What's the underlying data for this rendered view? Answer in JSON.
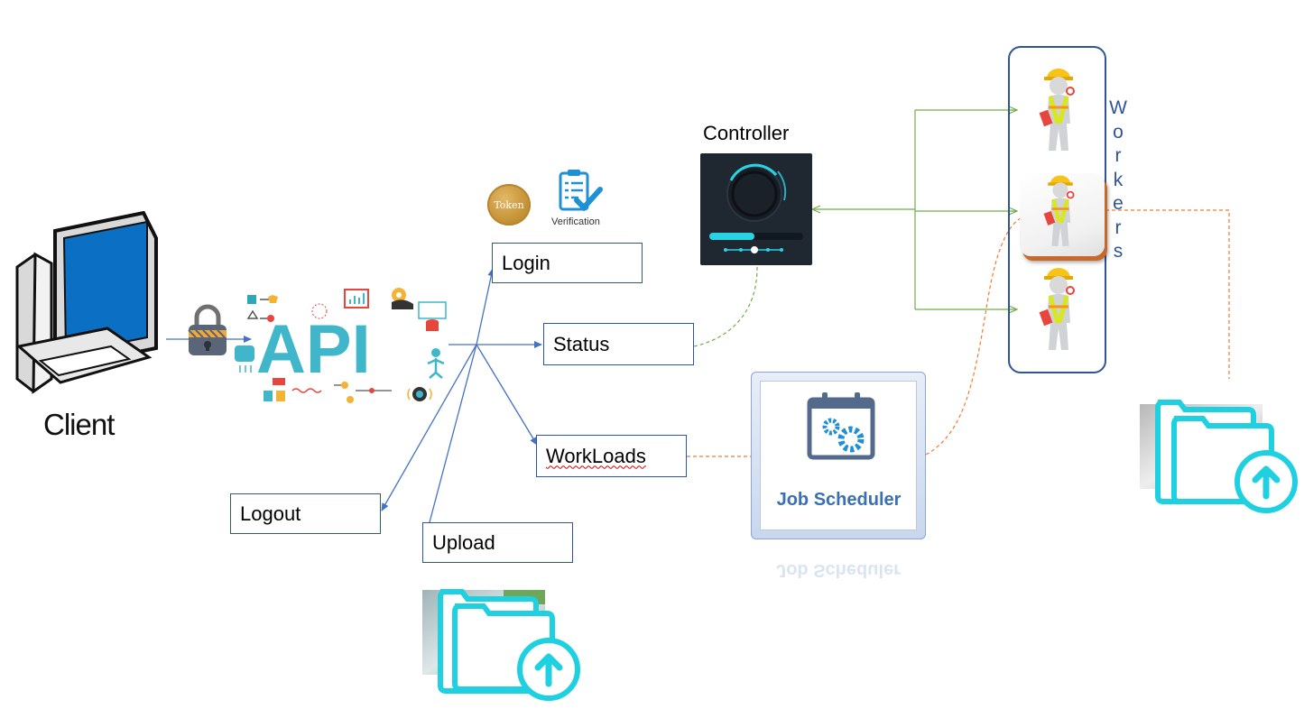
{
  "client": {
    "label": "Client"
  },
  "api": {
    "label": "API"
  },
  "auth": {
    "token_label": "Token",
    "verification_label": "Verification"
  },
  "endpoints": {
    "login": "Login",
    "status": "Status",
    "workloads": "WorkLoads",
    "logout": "Logout",
    "upload": "Upload"
  },
  "controller": {
    "label": "Controller"
  },
  "job_scheduler": {
    "label": "Job Scheduler"
  },
  "workers": {
    "letters": [
      "W",
      "o",
      "r",
      "k",
      "e",
      "r",
      "s"
    ]
  },
  "colors": {
    "arrow_blue": "#4472c4",
    "box_border": "#2f5597",
    "green_line": "#70ad47",
    "orange_line": "#ed7d31",
    "api_teal": "#3fb6c9",
    "upload_cyan": "#1ed0e0"
  }
}
